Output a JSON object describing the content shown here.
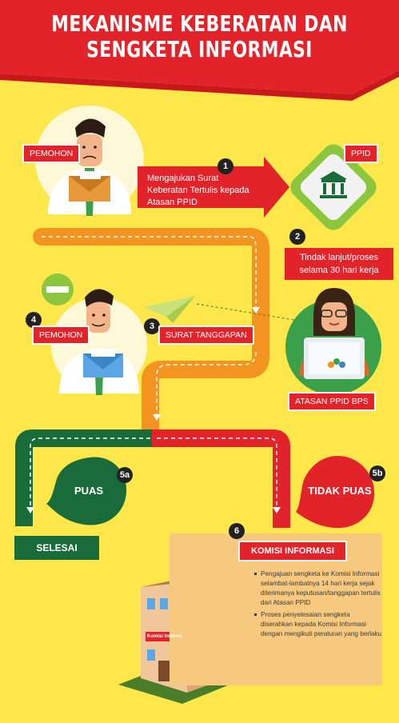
{
  "title_line1": "MEKANISME KEBERATAN DAN",
  "title_line2": "SENGKETA INFORMASI",
  "pemohon_top": "PEMOHON",
  "ppid": "PPID",
  "step1": {
    "number": "1",
    "text": "Mengajukan Surat Keberatan Tertulis kepada Atasan PPID"
  },
  "step2": {
    "number": "2",
    "text": "Tindak lanjut/proses selama 30 hari kerja"
  },
  "step3": {
    "number": "3",
    "label": "SURAT TANGGAPAN"
  },
  "step4": {
    "number": "4",
    "label": "PEMOHON"
  },
  "atasan": "ATASAN PPID BPS",
  "puas": {
    "number": "5a",
    "label": "PUAS"
  },
  "tidak_puas": {
    "number": "5b",
    "label": "TIDAK PUAS"
  },
  "selesai": "SELESAI",
  "komisi": {
    "number": "6",
    "label": "KOMISI INFORMASI",
    "building_sign": "Komisi Informasi",
    "items": [
      "Pengajuan sengketa ke Komisi Informasi selambat-lambatnya 14 hari kerja sejak diterimanya keputusan/tanggapan tertulis dari Atasan PPID",
      "Proses penyelesaian sengketa diserahkan kepada Komisi Informasi dengan mengikuti peraturan yang berlaku"
    ]
  },
  "colors": {
    "background": "#fde74a",
    "red": "#e3232a",
    "orange": "#f39320",
    "green": "#1a6b3a",
    "light_green": "#8cc63f"
  }
}
